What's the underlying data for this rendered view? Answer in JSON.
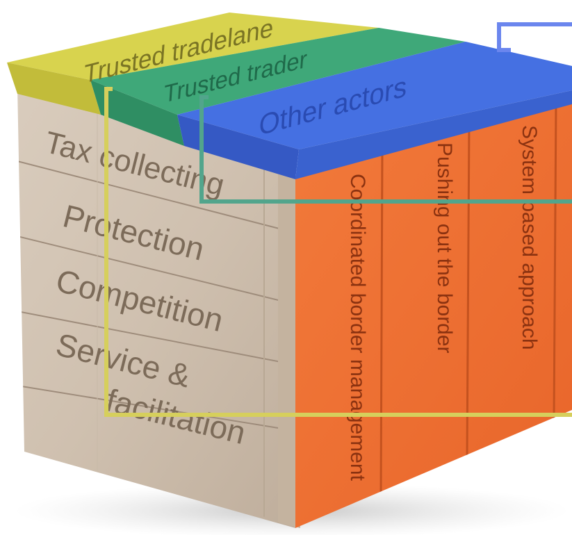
{
  "top_beams": [
    {
      "label": "Trusted tradelane",
      "color": "#d8d34e"
    },
    {
      "label": "Trusted trader",
      "color": "#3fa879"
    },
    {
      "label": "Other actors",
      "color": "#4570e2"
    }
  ],
  "left_face": {
    "rows": [
      {
        "label": "Tax collecting"
      },
      {
        "label": "Protection"
      },
      {
        "label": "Competition"
      },
      {
        "label": "Service &"
      },
      {
        "label": "facilitation"
      }
    ]
  },
  "right_face": {
    "color": "#ee7637",
    "columns": [
      {
        "label": "Coordinated border management"
      },
      {
        "label": "Pushing out the border"
      },
      {
        "label": "System based approach"
      }
    ]
  },
  "brackets": {
    "blue": "#6b86ee",
    "green": "#52a58c",
    "yellow": "#d6cf5c"
  }
}
